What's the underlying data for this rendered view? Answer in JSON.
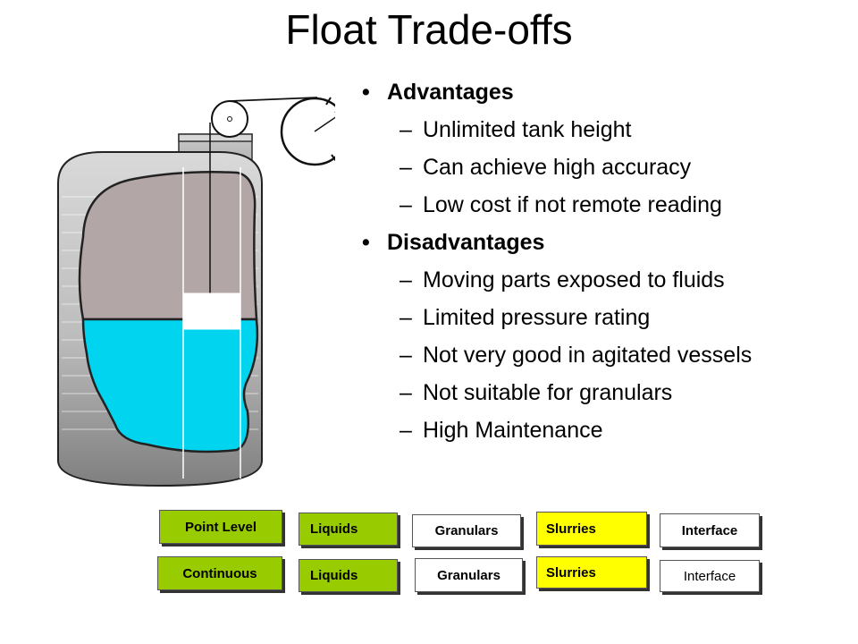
{
  "title": "Float Trade-offs",
  "sections": [
    {
      "heading": "Advantages",
      "items": [
        "Unlimited tank height",
        "Can achieve high accuracy",
        "Low cost if not remote reading"
      ]
    },
    {
      "heading": "Disadvantages",
      "items": [
        "Moving parts exposed to fluids",
        "Limited pressure rating",
        "Not very good in agitated vessels",
        "Not suitable for granulars",
        "High Maintenance"
      ]
    }
  ],
  "tags": {
    "row1": [
      "Point Level",
      "Liquids",
      "Granulars",
      "Slurries",
      "Interface"
    ],
    "row2": [
      "Continuous",
      "Liquids",
      "Granulars",
      "Slurries",
      "Interface"
    ]
  },
  "colors": {
    "applicable": "#99cc00",
    "partial": "#ffff00",
    "not_applicable": "#ffffff",
    "liquid": "#00d4ee",
    "vapor": "#b3a6a6"
  },
  "icons": [
    "tank-illustration-icon",
    "pulley-icon",
    "gauge-icon",
    "float-icon"
  ]
}
